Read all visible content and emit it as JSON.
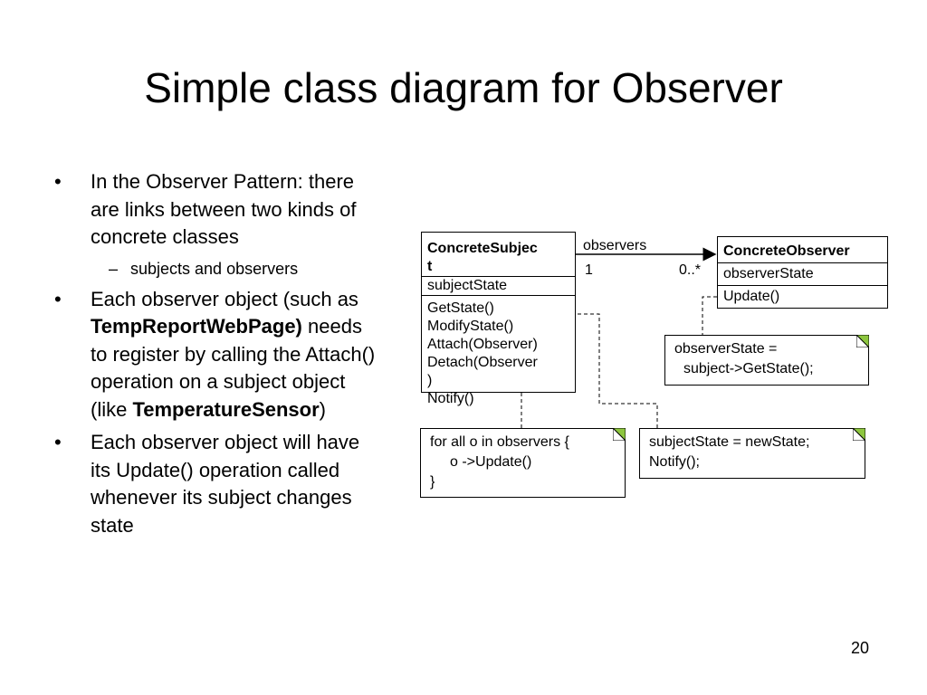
{
  "title": "Simple class diagram for Observer",
  "bullets": [
    {
      "text_parts": [
        "In the Observer Pattern: there are links between two kinds of concrete classes"
      ]
    },
    {
      "sub": "subjects and observers"
    },
    {
      "text_parts": [
        "Each observer object (such as ",
        "TempReportWebPage)",
        " needs to register by calling the Attach() operation on a subject object (like ",
        "TemperatureSensor",
        ")"
      ]
    },
    {
      "text_parts": [
        "Each observer object will have its Update() operation called whenever its subject changes state"
      ]
    }
  ],
  "subject_class": {
    "name_line1": "ConcreteSubjec",
    "name_line2": "t",
    "attribute": "subjectState",
    "methods": [
      "GetState()",
      "ModifyState()",
      "Attach(Observer)",
      "Detach(Observer",
      ")",
      "Notify()"
    ]
  },
  "observer_class": {
    "name": "ConcreteObserver",
    "attribute": "observerState",
    "method": "Update()"
  },
  "association": {
    "role": "observers",
    "mult_source": "1",
    "mult_target": "0..*"
  },
  "notes": {
    "observer_update": [
      "observerState =",
      "subject->GetState();"
    ],
    "notify": [
      "for all o in observers {",
      "o ->Update()",
      "}"
    ],
    "modify": [
      "subjectState = newState;",
      "Notify();"
    ]
  },
  "colors": {
    "note_corner": "#8dc63f"
  },
  "page_number": "20"
}
